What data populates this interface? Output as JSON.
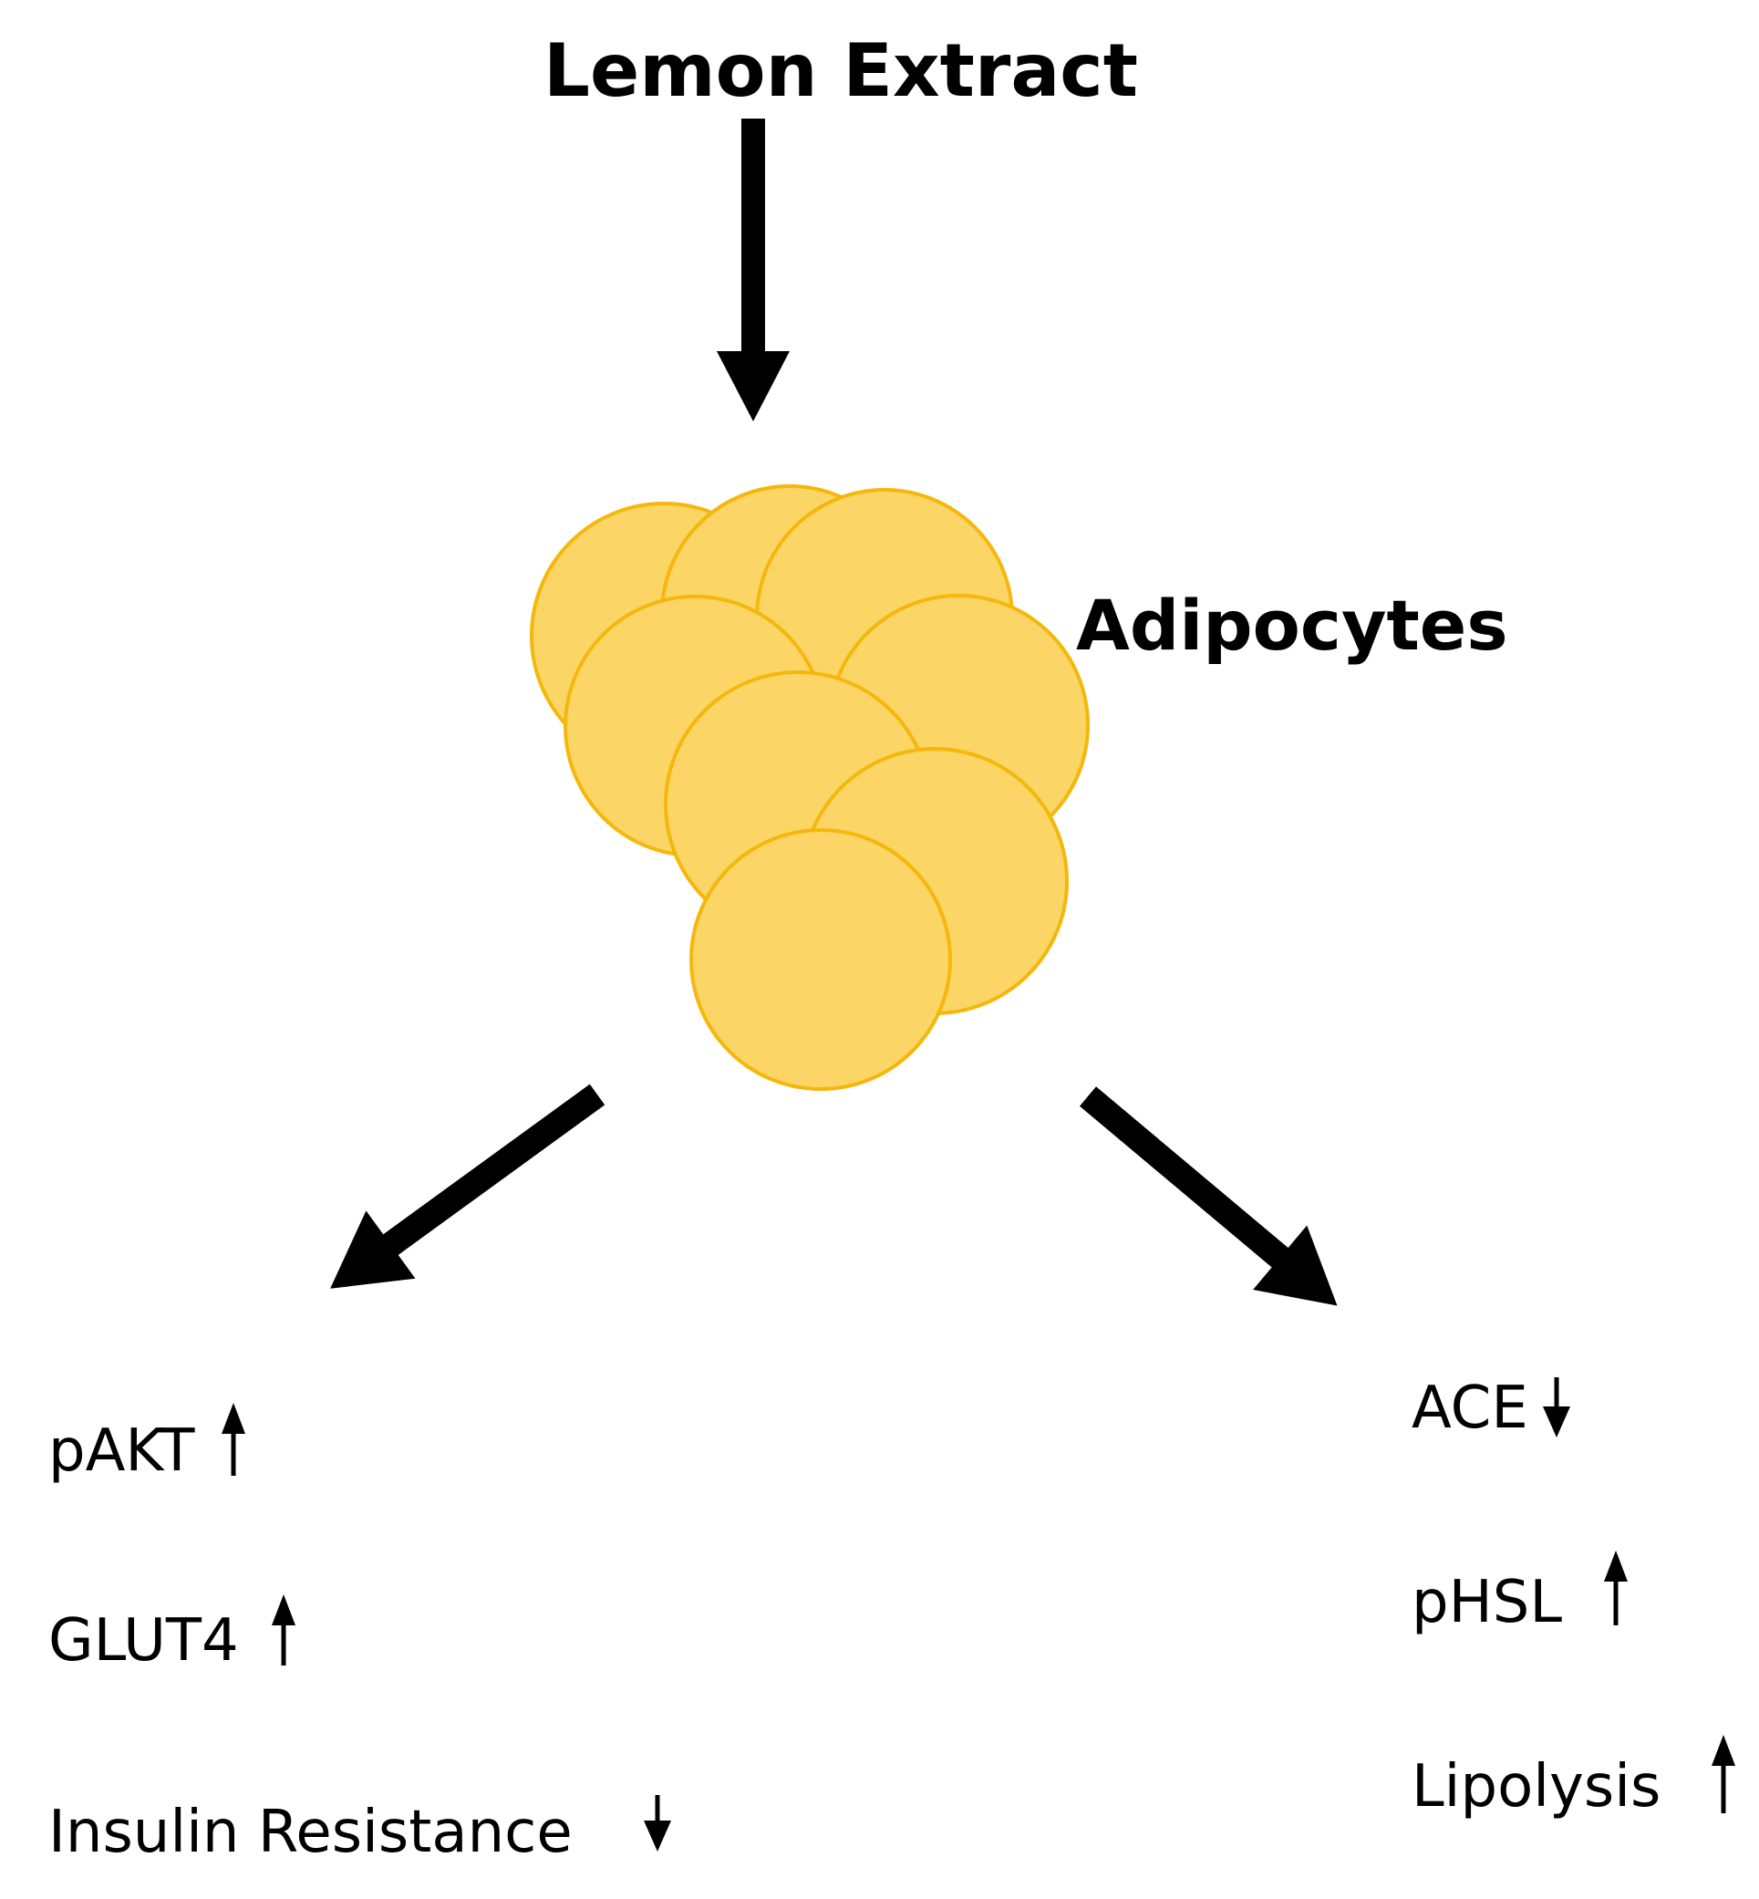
{
  "title": "Lemon Extract",
  "cell_label": "Adipocytes",
  "colors": {
    "cell_fill": "#FBD666",
    "cell_stroke": "#F5B70B",
    "arrow": "#000000"
  },
  "left_effects": [
    {
      "label": "pAKT",
      "direction": "up"
    },
    {
      "label": "GLUT4",
      "direction": "up"
    },
    {
      "label": "Insulin Resistance",
      "direction": "down"
    }
  ],
  "right_effects": [
    {
      "label": "ACE",
      "direction": "down"
    },
    {
      "label": "pHSL",
      "direction": "up"
    },
    {
      "label": "Lipolysis",
      "direction": "up"
    }
  ]
}
